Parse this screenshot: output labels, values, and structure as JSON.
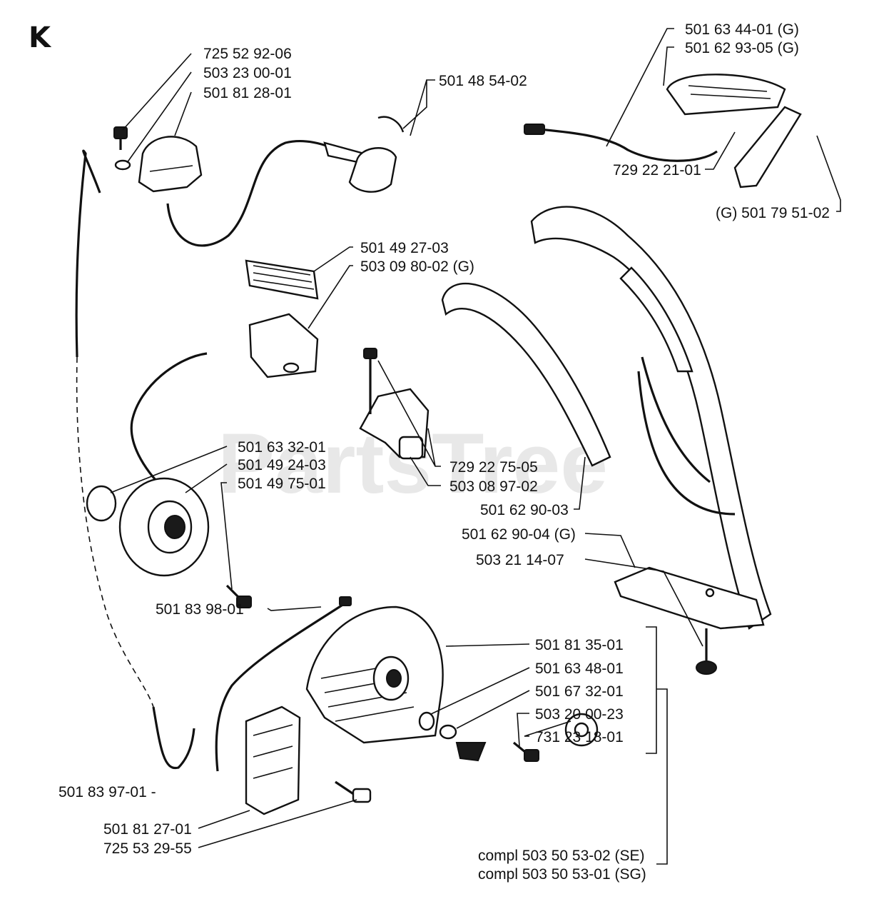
{
  "section_letter": "K",
  "watermark": "PartsTree",
  "callouts": [
    {
      "id": "725-52-92-06",
      "text": "725 52 92-06"
    },
    {
      "id": "503-23-00-01",
      "text": "503 23 00-01"
    },
    {
      "id": "501-81-28-01",
      "text": "501 81 28-01"
    },
    {
      "id": "501-48-54-02",
      "text": "501 48 54-02"
    },
    {
      "id": "501-63-44-01-g",
      "text": "501 63 44-01 (G)"
    },
    {
      "id": "501-62-93-05-g",
      "text": "501 62 93-05 (G)"
    },
    {
      "id": "729-22-21-01",
      "text": "729 22 21-01"
    },
    {
      "id": "g-501-79-51-02",
      "text": "(G) 501 79 51-02"
    },
    {
      "id": "501-49-27-03",
      "text": "501 49 27-03"
    },
    {
      "id": "503-09-80-02-g",
      "text": "503 09 80-02 (G)"
    },
    {
      "id": "501-63-32-01",
      "text": "501 63 32-01"
    },
    {
      "id": "501-49-24-03",
      "text": "501 49 24-03"
    },
    {
      "id": "501-49-75-01",
      "text": "501 49 75-01"
    },
    {
      "id": "729-22-75-05",
      "text": "729 22 75-05"
    },
    {
      "id": "503-08-97-02",
      "text": "503 08 97-02"
    },
    {
      "id": "501-62-90-03",
      "text": "501 62 90-03"
    },
    {
      "id": "501-62-90-04-g",
      "text": "501 62 90-04 (G)"
    },
    {
      "id": "503-21-14-07",
      "text": "503 21 14-07"
    },
    {
      "id": "501-83-98-01",
      "text": "501 83 98-01"
    },
    {
      "id": "501-81-35-01",
      "text": "501 81 35-01"
    },
    {
      "id": "501-63-48-01",
      "text": "501 63 48-01"
    },
    {
      "id": "501-67-32-01",
      "text": "501 67 32-01"
    },
    {
      "id": "503-20-00-23",
      "text": "503 20 00-23"
    },
    {
      "id": "731-23-18-01",
      "text": "731 23 18-01"
    },
    {
      "id": "501-83-97-01",
      "text": "501 83 97-01 -"
    },
    {
      "id": "501-81-27-01",
      "text": "501 81 27-01"
    },
    {
      "id": "725-53-29-55",
      "text": "725 53 29-55"
    },
    {
      "id": "compl-se",
      "text": "compl 503 50 53-02 (SE)"
    },
    {
      "id": "compl-sg",
      "text": "compl 503 50 53-01 (SG)"
    }
  ]
}
